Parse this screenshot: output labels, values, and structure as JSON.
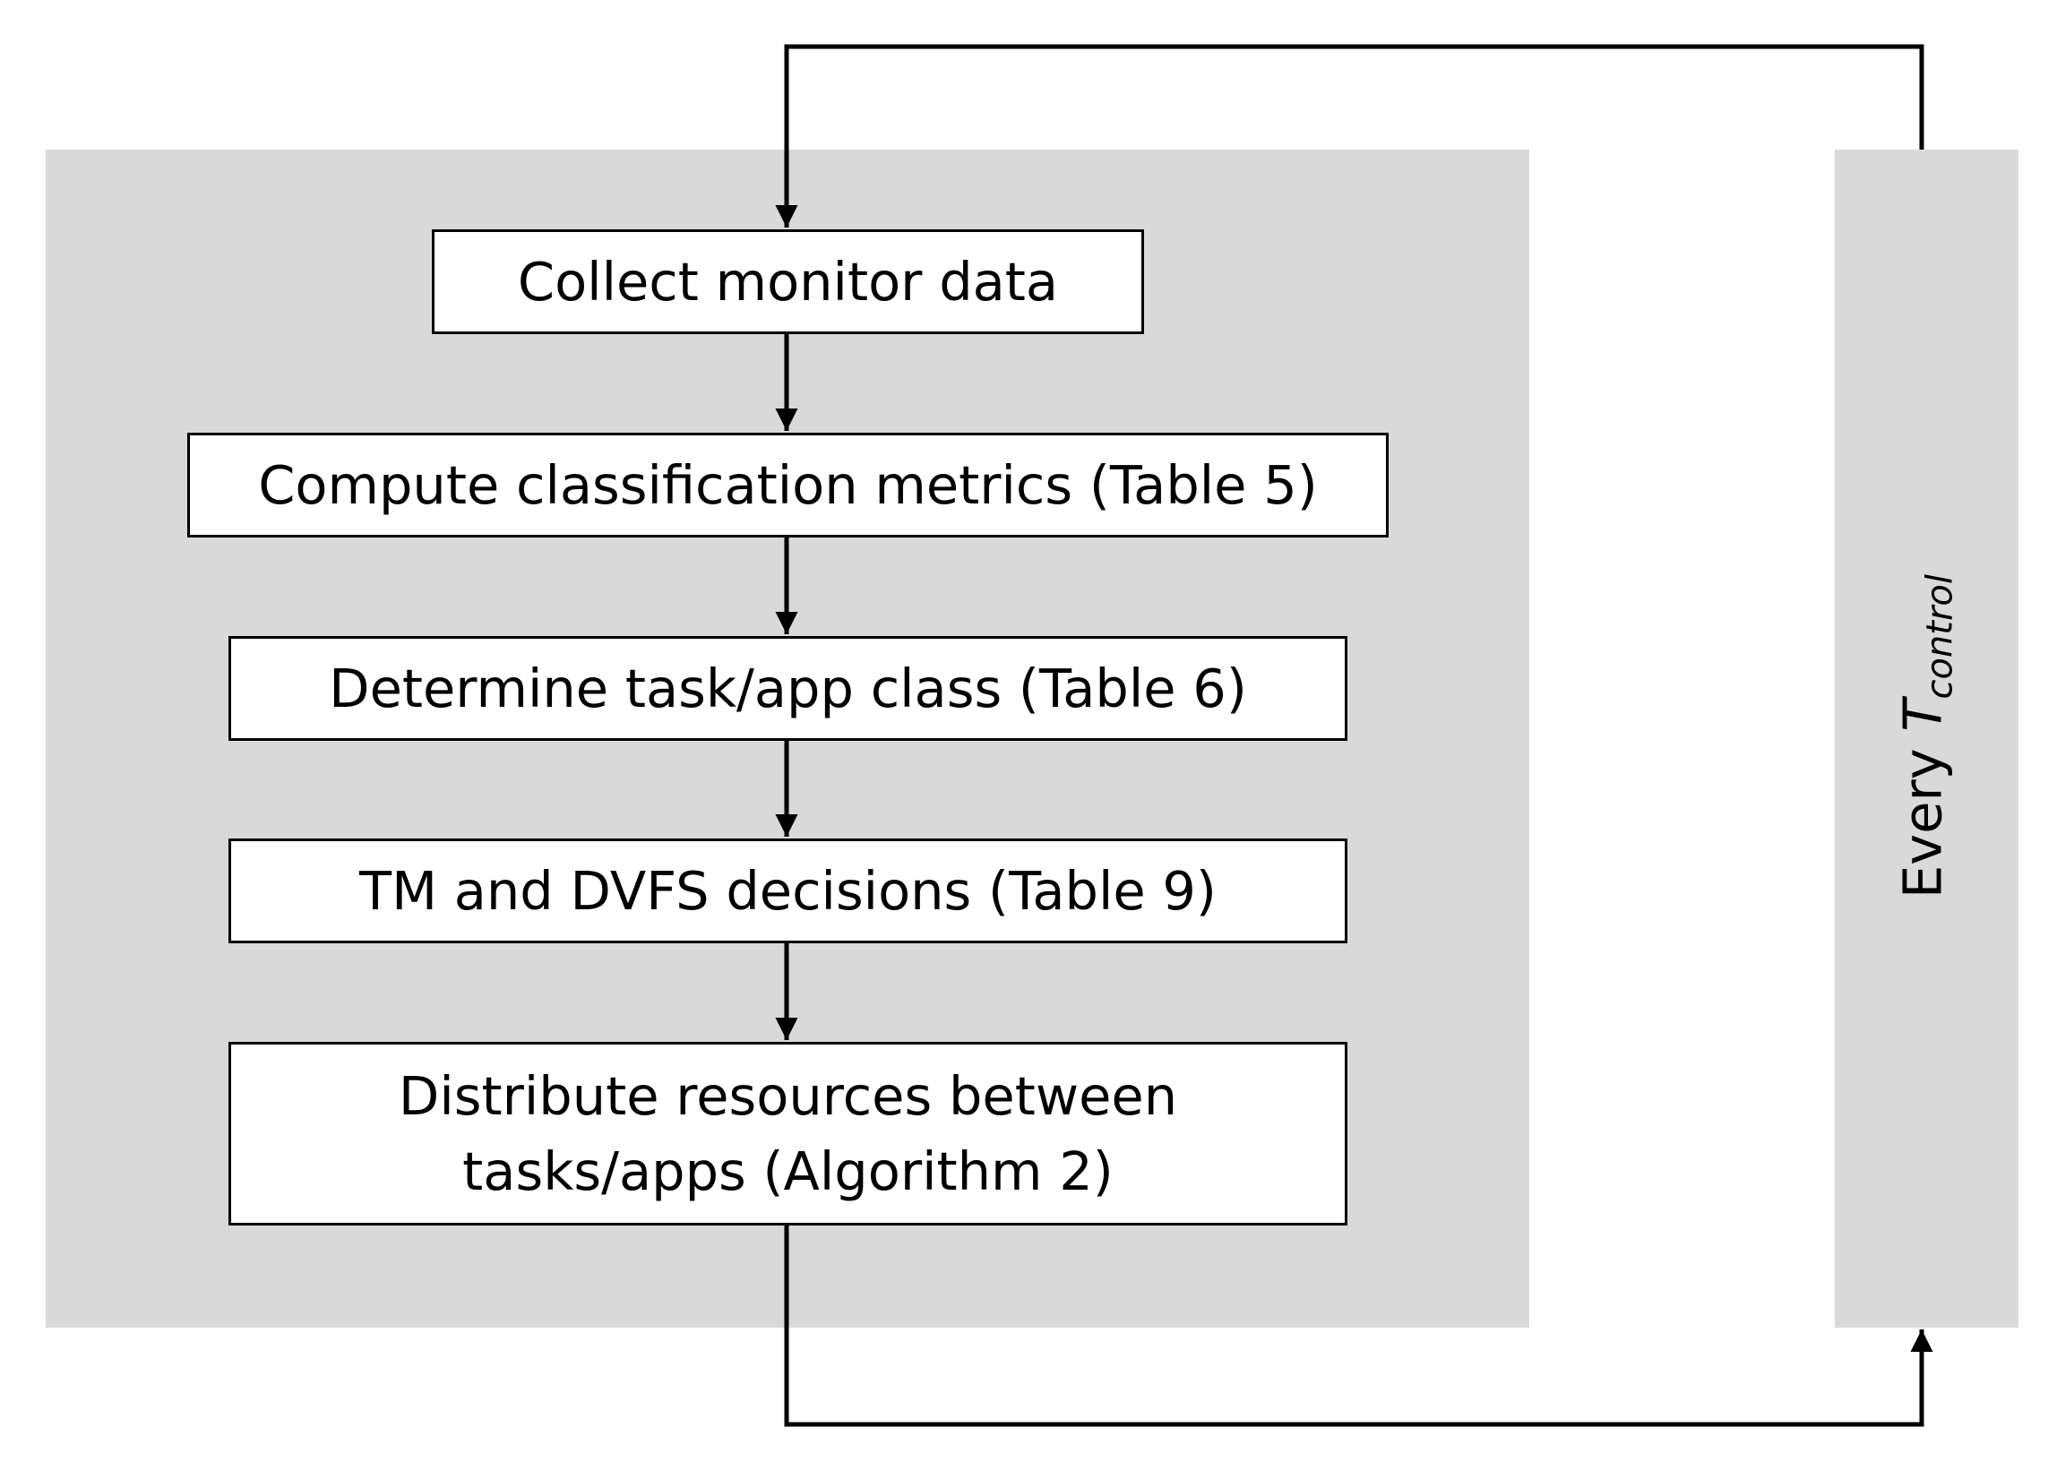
{
  "steps": [
    {
      "label": "Collect monitor data"
    },
    {
      "label": "Compute classification metrics (Table 5)"
    },
    {
      "label": "Determine task/app class  (Table 6)"
    },
    {
      "label": "TM and DVFS  decisions (Table 9)"
    },
    {
      "label": "Distribute resources between\ntasks/apps (Algorithm 2)"
    }
  ],
  "period": {
    "prefix": "Every ",
    "symbol": "T",
    "subscript": "control"
  },
  "colors": {
    "panel": "#d9d9d9",
    "box_fill": "#ffffff",
    "line": "#000000"
  }
}
